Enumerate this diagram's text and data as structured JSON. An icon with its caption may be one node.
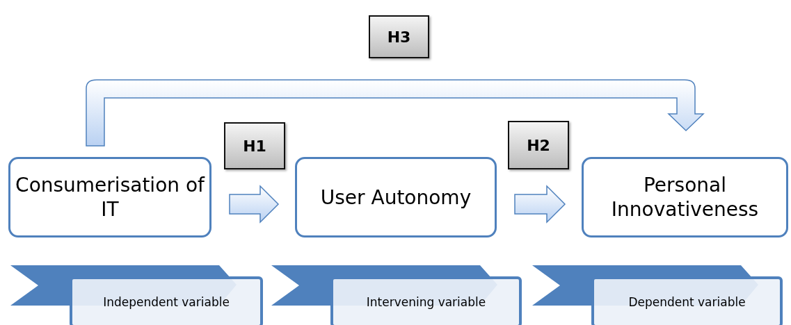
{
  "diagram": {
    "nodes": [
      {
        "text": [
          "Consumerisation of IT"
        ]
      },
      {
        "text": [
          "User Autonomy"
        ]
      },
      {
        "text": [
          "Personal Innovativeness"
        ]
      },
      {
        "text": [
          "Independent variable"
        ]
      },
      {
        "text": [
          "Intervening variable"
        ]
      },
      {
        "text": [
          "Dependent variable"
        ]
      }
    ],
    "edges": [
      {
        "from": 0,
        "to": 1,
        "arrow": "to",
        "label": "H1"
      },
      {
        "from": 1,
        "to": 2,
        "arrow": "to",
        "label": "H2"
      },
      {
        "from": 0,
        "to": 2,
        "arrow": "to",
        "label": "H3"
      }
    ]
  }
}
